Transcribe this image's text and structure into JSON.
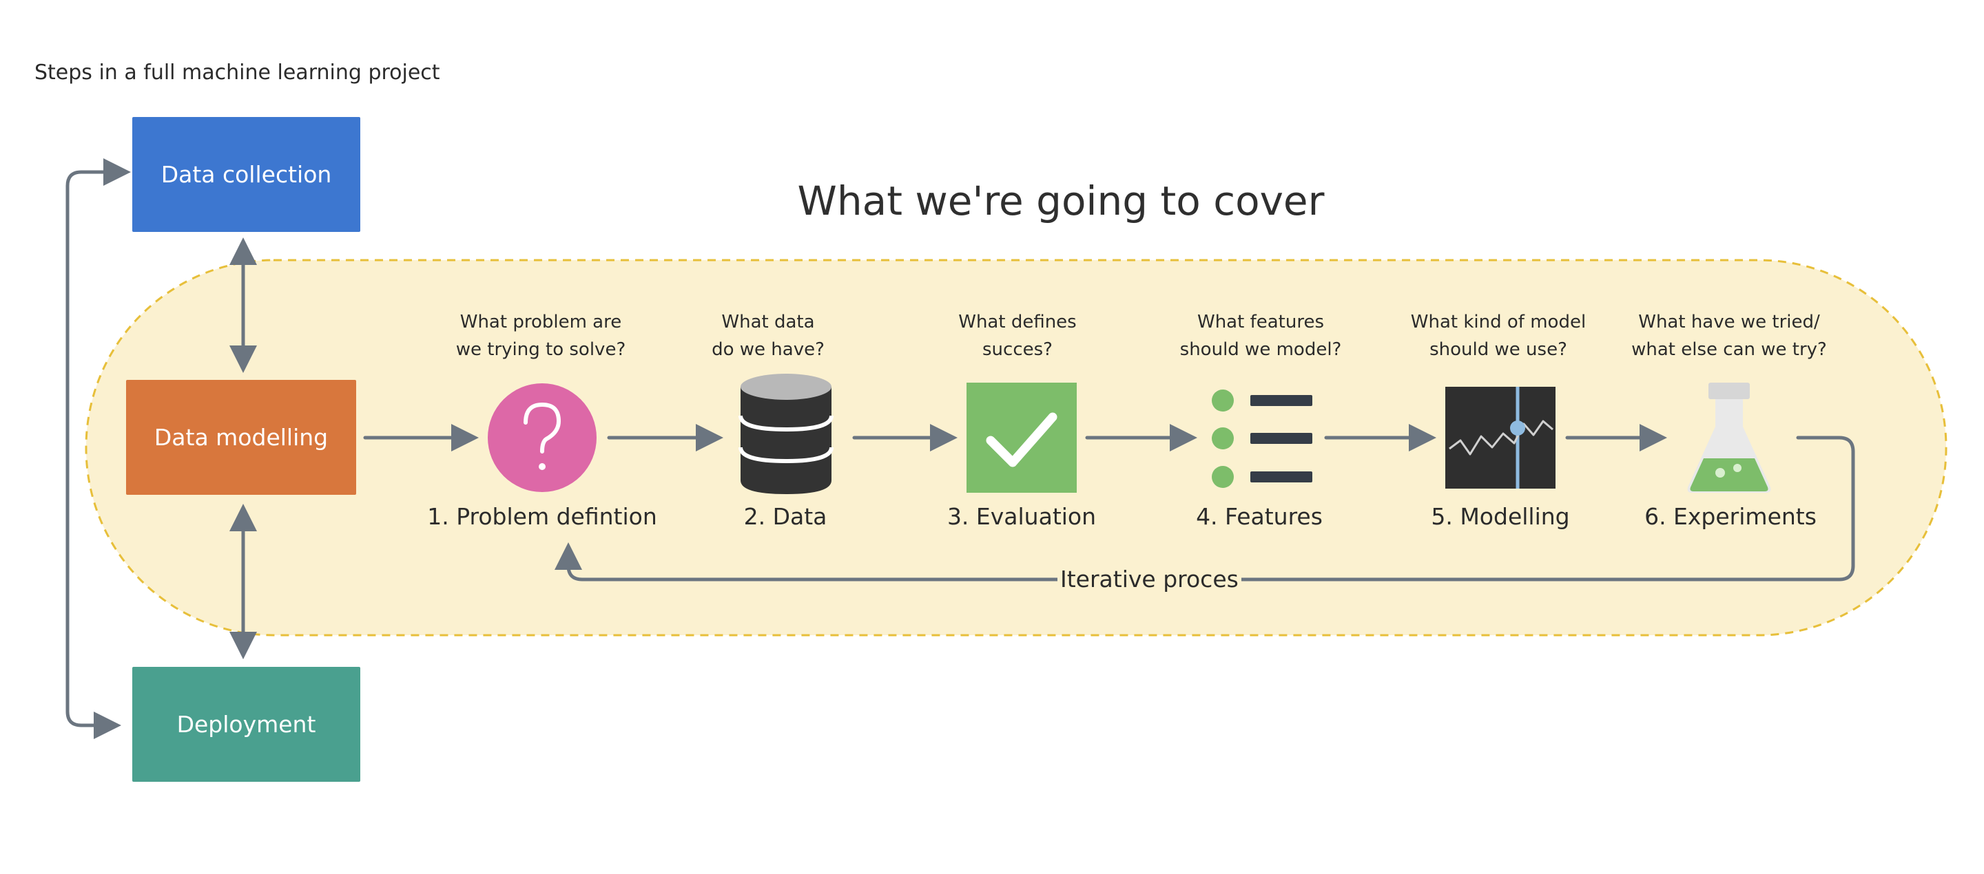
{
  "page": {
    "title": "Steps in a full machine learning project"
  },
  "cover_title": "What we're going to cover",
  "boxes": {
    "collection": {
      "label": "Data collection",
      "color": "#3d77d0"
    },
    "modelling": {
      "label": "Data modelling",
      "color": "#d8773d"
    },
    "deployment": {
      "label": "Deployment",
      "color": "#4aa08f"
    }
  },
  "steps": [
    {
      "question_1": "What problem are",
      "question_2": "we trying to solve?",
      "label": "1. Problem defintion",
      "icon": "question-icon",
      "icon_color": "#dd68a7"
    },
    {
      "question_1": "What data",
      "question_2": "do we have?",
      "label": "2. Data",
      "icon": "database-icon",
      "icon_color": "#333333"
    },
    {
      "question_1": "What defines",
      "question_2": "succes?",
      "label": "3. Evaluation",
      "icon": "checkmark-icon",
      "icon_color": "#7dbd6a"
    },
    {
      "question_1": "What features",
      "question_2": "should we model?",
      "label": "4. Features",
      "icon": "feature-list-icon",
      "icon_color": "#7dbd6a"
    },
    {
      "question_1": "What kind of model",
      "question_2": "should we use?",
      "label": "5. Modelling",
      "icon": "model-chart-icon",
      "icon_color": "#333333"
    },
    {
      "question_1": "What have we tried/",
      "question_2": "what else can we try?",
      "label": "6. Experiments",
      "icon": "flask-icon",
      "icon_color": "#7dbd6a"
    }
  ],
  "iterative_label": "Iterative proces",
  "colors": {
    "arrow": "#6b7580",
    "region_fill": "#fbf1d0",
    "region_border": "#e7bf3a"
  }
}
